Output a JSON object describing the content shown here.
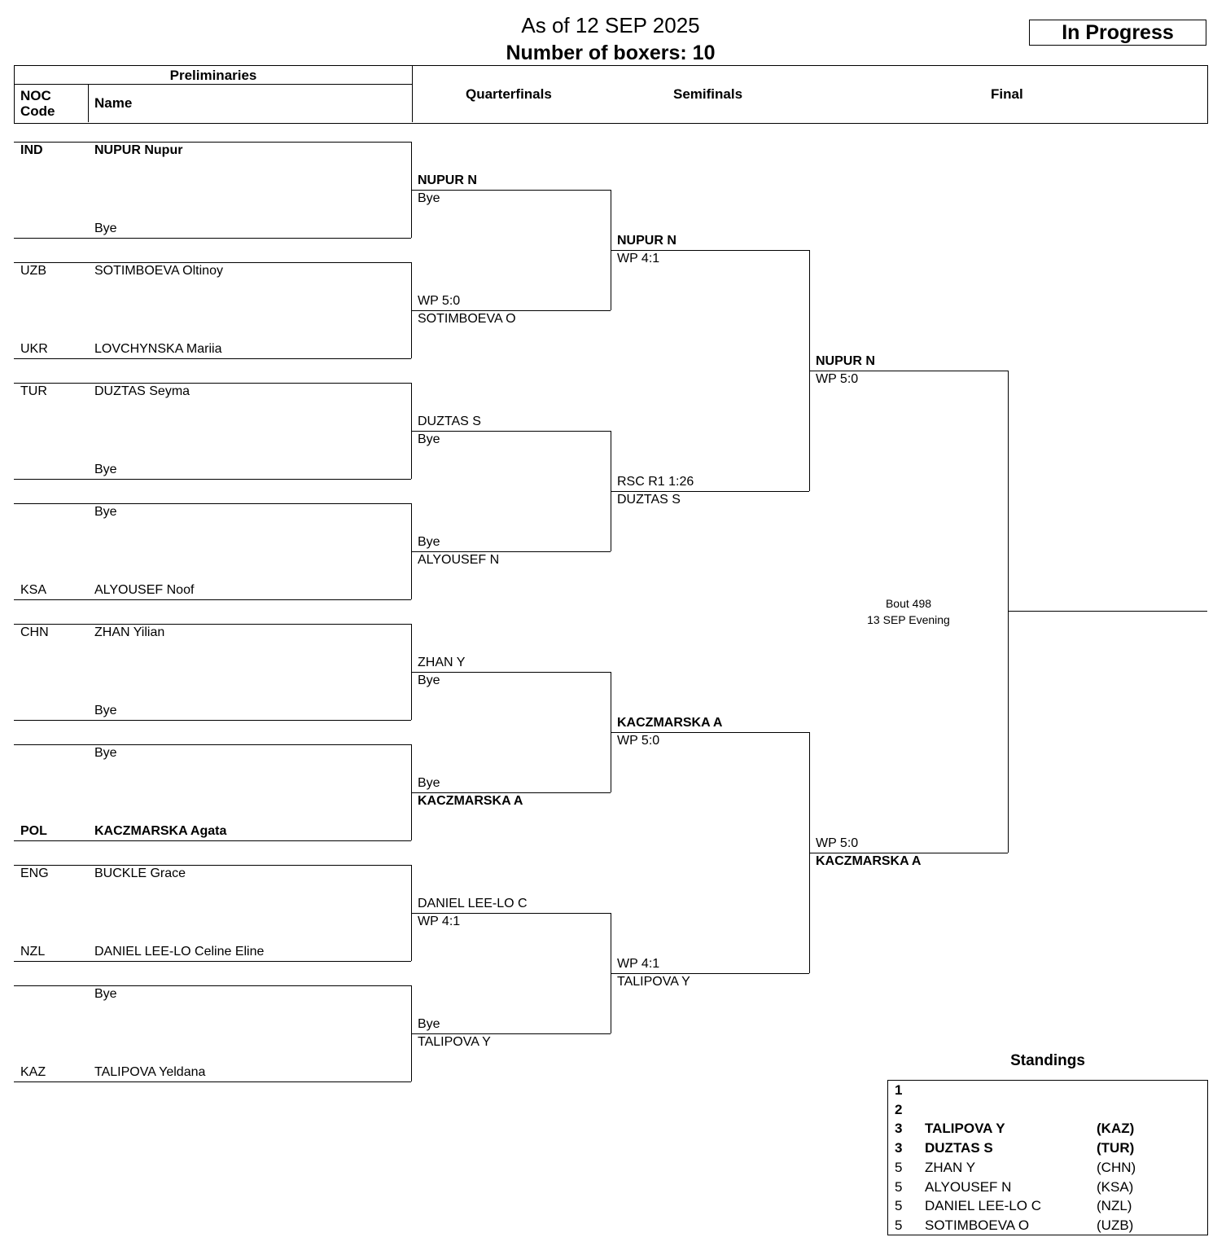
{
  "header": {
    "as_of": "As of 12 SEP 2025",
    "boxers_count": "Number of boxers: 10",
    "status": "In Progress"
  },
  "columns": {
    "preliminaries": "Preliminaries",
    "noc_code": "NOC Code",
    "noc_line1": "NOC",
    "noc_line2": "Code",
    "name": "Name",
    "quarterfinals": "Quarterfinals",
    "semifinals": "Semifinals",
    "final": "Final"
  },
  "preliminaries": [
    {
      "top": {
        "noc": "IND",
        "name": "NUPUR Nupur",
        "bold": true
      },
      "bottom": {
        "noc": "",
        "name": "Bye",
        "bold": false
      }
    },
    {
      "top": {
        "noc": "UZB",
        "name": "SOTIMBOEVA Oltinoy",
        "bold": false
      },
      "bottom": {
        "noc": "UKR",
        "name": "LOVCHYNSKA Mariia",
        "bold": false
      }
    },
    {
      "top": {
        "noc": "TUR",
        "name": "DUZTAS Seyma",
        "bold": false
      },
      "bottom": {
        "noc": "",
        "name": "Bye",
        "bold": false
      }
    },
    {
      "top": {
        "noc": "",
        "name": "Bye",
        "bold": false
      },
      "bottom": {
        "noc": "KSA",
        "name": "ALYOUSEF Noof",
        "bold": false
      }
    },
    {
      "top": {
        "noc": "CHN",
        "name": "ZHAN Yilian",
        "bold": false
      },
      "bottom": {
        "noc": "",
        "name": "Bye",
        "bold": false
      }
    },
    {
      "top": {
        "noc": "",
        "name": "Bye",
        "bold": false
      },
      "bottom": {
        "noc": "POL",
        "name": "KACZMARSKA Agata",
        "bold": true
      }
    },
    {
      "top": {
        "noc": "ENG",
        "name": "BUCKLE Grace",
        "bold": false
      },
      "bottom": {
        "noc": "NZL",
        "name": "DANIEL LEE-LO Celine Eline",
        "bold": false
      }
    },
    {
      "top": {
        "noc": "",
        "name": "Bye",
        "bold": false
      },
      "bottom": {
        "noc": "KAZ",
        "name": "TALIPOVA Yeldana",
        "bold": false
      }
    }
  ],
  "quarterfinals": [
    {
      "above": "NUPUR N",
      "below": "Bye",
      "winner_on_top": true,
      "bold": true
    },
    {
      "above": "WP 5:0",
      "below": "SOTIMBOEVA O",
      "winner_on_top": false,
      "bold": false
    },
    {
      "above": "DUZTAS S",
      "below": "Bye",
      "winner_on_top": true,
      "bold": false
    },
    {
      "above": "Bye",
      "below": "ALYOUSEF N",
      "winner_on_top": false,
      "bold": false
    },
    {
      "above": "ZHAN Y",
      "below": "Bye",
      "winner_on_top": true,
      "bold": false
    },
    {
      "above": "Bye",
      "below": "KACZMARSKA A",
      "winner_on_top": false,
      "bold": true
    },
    {
      "above": "DANIEL LEE-LO C",
      "below": "WP 4:1",
      "winner_on_top": true,
      "bold": false
    },
    {
      "above": "Bye",
      "below": "TALIPOVA Y",
      "winner_on_top": false,
      "bold": false
    }
  ],
  "semifinals": [
    {
      "above": "NUPUR N",
      "below": "WP 4:1",
      "winner_on_top": true,
      "bold": true
    },
    {
      "above": "RSC R1 1:26",
      "below": "DUZTAS S",
      "winner_on_top": false,
      "bold": false
    },
    {
      "above": "KACZMARSKA A",
      "below": "WP 5:0",
      "winner_on_top": true,
      "bold": true
    },
    {
      "above": "WP 4:1",
      "below": "TALIPOVA Y",
      "winner_on_top": false,
      "bold": false
    }
  ],
  "final_round": [
    {
      "above": "NUPUR N",
      "below": "WP 5:0",
      "winner_on_top": true,
      "bold": true
    },
    {
      "above": "WP 5:0",
      "below": "KACZMARSKA A",
      "winner_on_top": false,
      "bold": true
    }
  ],
  "bout": {
    "number": "Bout  498",
    "session": "13 SEP Evening"
  },
  "standings": {
    "title": "Standings",
    "rows": [
      {
        "rank": "1",
        "name": "",
        "noc": "",
        "bold": true
      },
      {
        "rank": "2",
        "name": "",
        "noc": "",
        "bold": true
      },
      {
        "rank": "3",
        "name": "TALIPOVA Y",
        "noc": "(KAZ)",
        "bold": true
      },
      {
        "rank": "3",
        "name": "DUZTAS S",
        "noc": "(TUR)",
        "bold": true
      },
      {
        "rank": "5",
        "name": "ZHAN Y",
        "noc": "(CHN)",
        "bold": false
      },
      {
        "rank": "5",
        "name": "ALYOUSEF N",
        "noc": "(KSA)",
        "bold": false
      },
      {
        "rank": "5",
        "name": "DANIEL LEE-LO C",
        "noc": "(NZL)",
        "bold": false
      },
      {
        "rank": "5",
        "name": "SOTIMBOEVA O",
        "noc": "(UZB)",
        "bold": false
      }
    ]
  }
}
